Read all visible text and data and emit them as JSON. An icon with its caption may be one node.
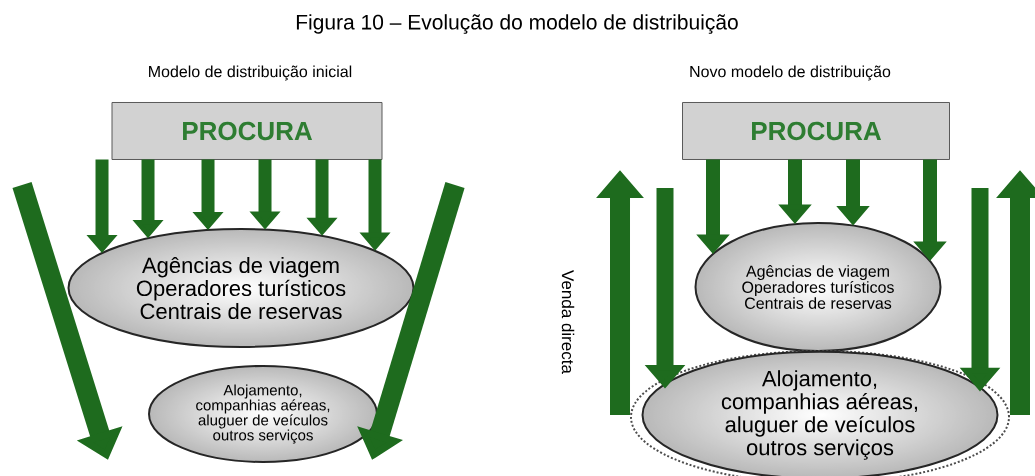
{
  "diagram": {
    "title": "Figura 10 – Evolução do modelo de distribuição",
    "nodes": [
      {
        "text": [
          "PROCURA"
        ]
      },
      {
        "text": [
          "Agências de viagem",
          "Operadores turísticos",
          "Centrais de reservas"
        ]
      },
      {
        "text": [
          "Alojamento,",
          "companhias aéreas,",
          "aluguer de veículos",
          "outros serviços"
        ]
      },
      {
        "text": [
          "PROCURA"
        ]
      },
      {
        "text": [
          "Agências de viagem",
          "Operadores turísticos",
          "Centrais de reservas"
        ]
      },
      {
        "text": [
          "Alojamento,",
          "companhias aéreas,",
          "aluguer de veículos",
          "outros serviços"
        ]
      }
    ],
    "edges": [
      {
        "from": 0,
        "to": 1,
        "arrow": "to"
      },
      {
        "from": 0,
        "to": 1,
        "arrow": "to"
      },
      {
        "from": 0,
        "to": 1,
        "arrow": "to"
      },
      {
        "from": 0,
        "to": 1,
        "arrow": "to"
      },
      {
        "from": 0,
        "to": 1,
        "arrow": "to"
      },
      {
        "from": 0,
        "to": 1,
        "arrow": "to"
      },
      {
        "from": null,
        "to": 2,
        "arrow": "to"
      },
      {
        "from": null,
        "to": 2,
        "arrow": "to"
      },
      {
        "from": 3,
        "to": 4,
        "arrow": "to"
      },
      {
        "from": 3,
        "to": 4,
        "arrow": "to"
      },
      {
        "from": 3,
        "to": 4,
        "arrow": "to"
      },
      {
        "from": 3,
        "to": 4,
        "arrow": "to"
      },
      {
        "from": null,
        "to": 5,
        "arrow": "to"
      },
      {
        "from": null,
        "to": 5,
        "arrow": "to"
      },
      {
        "from": 5,
        "to": null,
        "arrow": "to"
      },
      {
        "from": 5,
        "to": null,
        "arrow": "to"
      }
    ],
    "labels": [
      "Modelo de distribuição inicial",
      "Novo modelo de distribuição",
      "Venda directa"
    ]
  }
}
